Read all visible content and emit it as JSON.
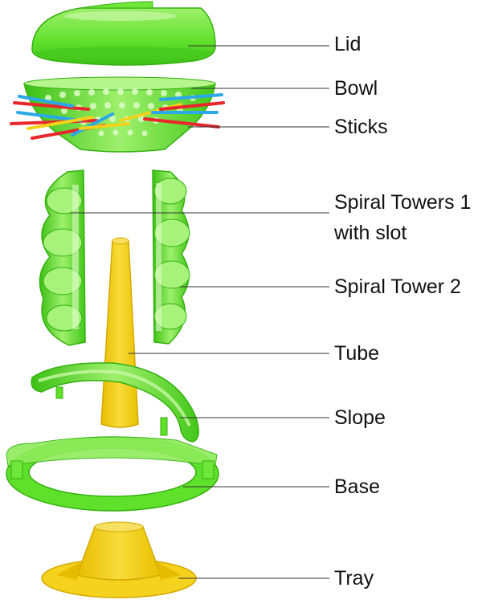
{
  "labels": {
    "lid": "Lid",
    "bowl": "Bowl",
    "sticks": "Sticks",
    "spiral_towers_1_line1": "Spiral Towers 1",
    "spiral_towers_1_line2": "with slot",
    "spiral_tower_2": "Spiral Tower 2",
    "tube": "Tube",
    "slope": "Slope",
    "base": "Base",
    "tray": "Tray"
  },
  "colors": {
    "green": "#5fe02a",
    "green_light": "#a6f27a",
    "green_dark": "#34b010",
    "yellow": "#f5d21e",
    "yellow_dark": "#e0b800",
    "leader_line": "#333333",
    "stick_red": "#e8262c",
    "stick_blue": "#2aa8e8",
    "stick_yellow": "#f2d21a"
  }
}
